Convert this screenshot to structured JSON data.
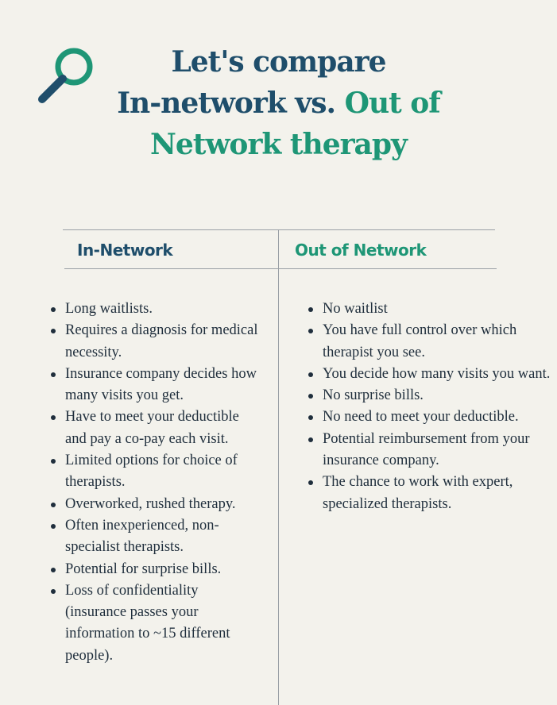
{
  "header": {
    "title_line1": "Let's compare",
    "title_line2_part1": "In-network vs.",
    "title_line2_part2": "Out of",
    "title_line3": "Network therapy",
    "icon": "magnifying-glass-icon"
  },
  "columns": {
    "left": {
      "heading": "In-Network",
      "items": [
        "Long waitlists.",
        "Requires a diagnosis for medical necessity.",
        "Insurance company decides how many visits you get.",
        "Have to meet your deductible and pay a co-pay each visit.",
        "Limited options for choice of therapists.",
        "Overworked, rushed therapy.",
        "Often inexperienced, non-specialist therapists.",
        "Potential for surprise bills.",
        "Loss of confidentiality (insurance passes your information to ~15 different people)."
      ]
    },
    "right": {
      "heading": "Out of Network",
      "items": [
        "No waitlist",
        "You have full control over which therapist you see.",
        "You decide how many visits you want.",
        "No surprise bills.",
        "No need to meet your deductible.",
        "Potential reimbursement from your insurance company.",
        "The chance to work with expert, specialized therapists."
      ]
    }
  },
  "colors": {
    "navy": "#1f4e6b",
    "green": "#1e9676",
    "background": "#f3f2ec",
    "text": "#1f2e3c"
  }
}
